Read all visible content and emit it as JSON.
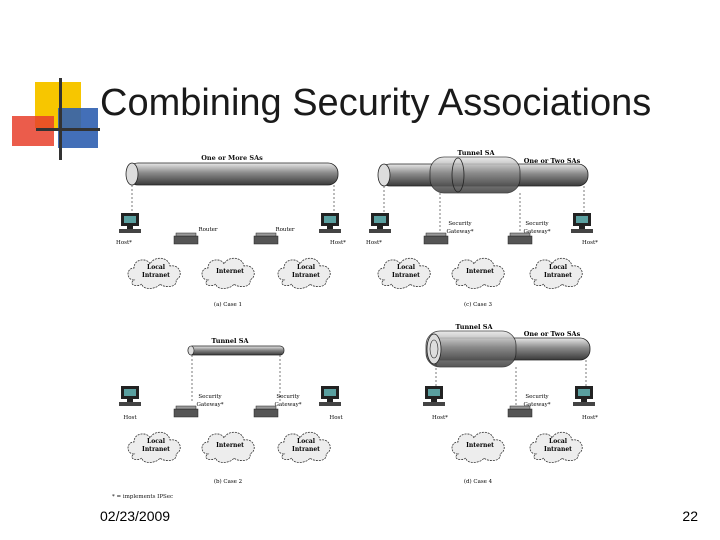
{
  "slide": {
    "title": "Combining Security Associations",
    "date": "02/23/2009",
    "page_number": "22"
  },
  "colors": {
    "accent_yellow": "#f7c600",
    "accent_blue": "#2f5fb0",
    "accent_red": "#e8402c",
    "bar_dark": "#333333"
  },
  "icons": [
    "slide-logo-squares",
    "host-computer-icon",
    "router-icon",
    "cloud-icon",
    "tunnel-pipe-icon"
  ],
  "diagram": {
    "case1": {
      "pipe_label": "One or More SAs",
      "router_left": "Router",
      "router_right": "Router",
      "host_left": "Host*",
      "host_right": "Host*",
      "cloud_left": [
        "Local",
        "Intranet"
      ],
      "cloud_center": "Internet",
      "cloud_right": [
        "Local",
        "Intranet"
      ],
      "caption": "(a) Case 1"
    },
    "case2": {
      "pipe_label": "Tunnel SA",
      "gw_left": [
        "Security",
        "Gateway*"
      ],
      "gw_right": [
        "Security",
        "Gateway*"
      ],
      "host_left": "Host",
      "host_right": "Host",
      "cloud_left": [
        "Local",
        "Intranet"
      ],
      "cloud_center": "Internet",
      "cloud_right": [
        "Local",
        "Intranet"
      ],
      "caption": "(b) Case 2"
    },
    "case3": {
      "tunnel_label": "Tunnel SA",
      "pipe_label": "One or Two SAs",
      "gw_left": [
        "Security",
        "Gateway*"
      ],
      "gw_right": [
        "Security",
        "Gateway*"
      ],
      "host_left": "Host*",
      "host_right": "Host*",
      "cloud_left": [
        "Local",
        "Intranet"
      ],
      "cloud_center": "Internet",
      "cloud_right": [
        "Local",
        "Intranet"
      ],
      "caption": "(c) Case 3"
    },
    "case4": {
      "tunnel_label": "Tunnel SA",
      "pipe_label": "One or Two SAs",
      "gw_right": [
        "Security",
        "Gateway*"
      ],
      "host_left": "Host*",
      "host_right": "Host*",
      "cloud_center": "Internet",
      "cloud_right": [
        "Local",
        "Intranet"
      ],
      "caption": "(d) Case 4"
    },
    "footnote": "* = implements IPSec"
  }
}
